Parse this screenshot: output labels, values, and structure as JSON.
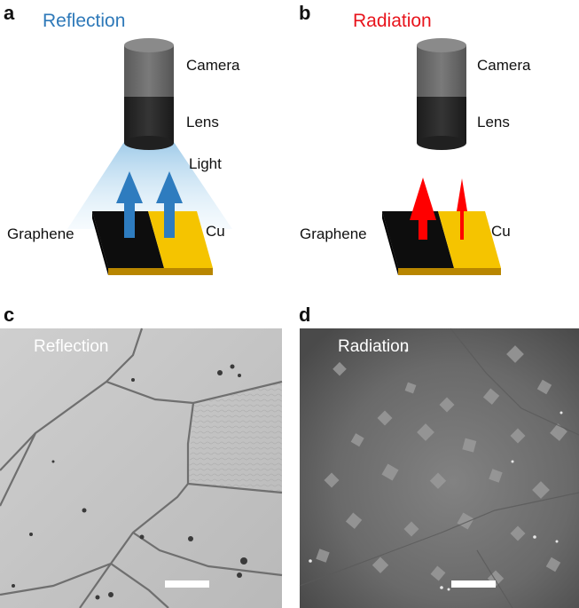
{
  "panels": [
    {
      "letter": "a",
      "title": "Reflection",
      "title_color": "#2e79b9",
      "camera_label": "Camera",
      "lens_label": "Lens",
      "light_label": "Light",
      "left_label": "Graphene",
      "right_label": "Cu"
    },
    {
      "letter": "b",
      "title": "Radiation",
      "title_color": "#e8141c",
      "camera_label": "Camera",
      "lens_label": "Lens",
      "left_label": "Graphene",
      "right_label": "Cu"
    },
    {
      "letter": "c",
      "photo_label": "Reflection"
    },
    {
      "letter": "d",
      "photo_label": "Radiation"
    }
  ],
  "colors": {
    "camera_top": "#6b6b6b",
    "camera_lens": "#262626",
    "graphene": "#0d0d0d",
    "copper": "#f5c400",
    "reflection_arrow": "#2e7cbf",
    "radiation_arrow": "#ff0000",
    "light_cone": "#9cc9e8"
  }
}
